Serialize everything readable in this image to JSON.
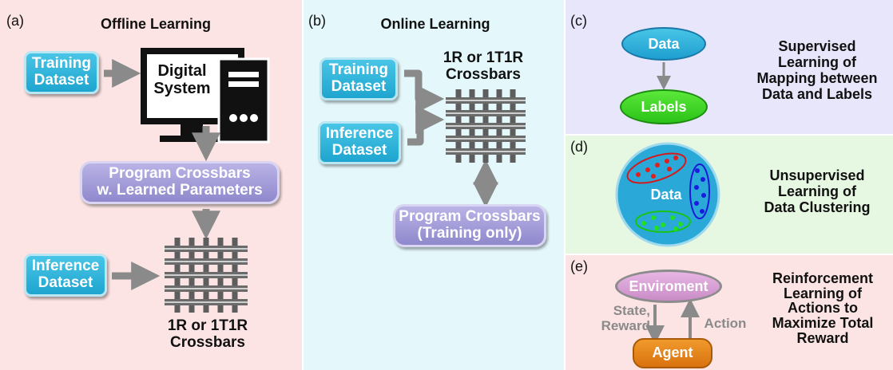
{
  "panel_a": {
    "label": "(a)",
    "title": "Offline Learning",
    "training_dataset": "Training\nDataset",
    "digital_system": "Digital\nSystem",
    "program_box": "Program Crossbars\nw. Learned Parameters",
    "inference_dataset": "Inference\nDataset",
    "crossbar_label": "1R or 1T1R\nCrossbars"
  },
  "panel_b": {
    "label": "(b)",
    "title": "Online Learning",
    "training_dataset": "Training\nDataset",
    "inference_dataset": "Inference\nDataset",
    "crossbar_label": "1R or 1T1R\nCrossbars",
    "program_box": "Program Crossbars\n(Training only)"
  },
  "panel_c": {
    "label": "(c)",
    "data": "Data",
    "labels": "Labels",
    "description": "Supervised\nLearning of\nMapping between\nData and Labels"
  },
  "panel_d": {
    "label": "(d)",
    "data": "Data",
    "description": "Unsupervised\nLearning of\nData Clustering"
  },
  "panel_e": {
    "label": "(e)",
    "environment": "Enviroment",
    "agent": "Agent",
    "state_reward": "State,\nReward",
    "action": "Action",
    "description": "Reinforcement\nLearning of\nActions to\nMaximize Total\nReward"
  },
  "colors": {
    "panel_a_bg": "#fde4e4",
    "panel_b_bg": "#e4f8fb",
    "panel_c_bg": "#e8e6fa",
    "panel_d_bg": "#e6f7e2",
    "panel_e_bg": "#fde4e4",
    "arrow": "#8a8a8a"
  }
}
